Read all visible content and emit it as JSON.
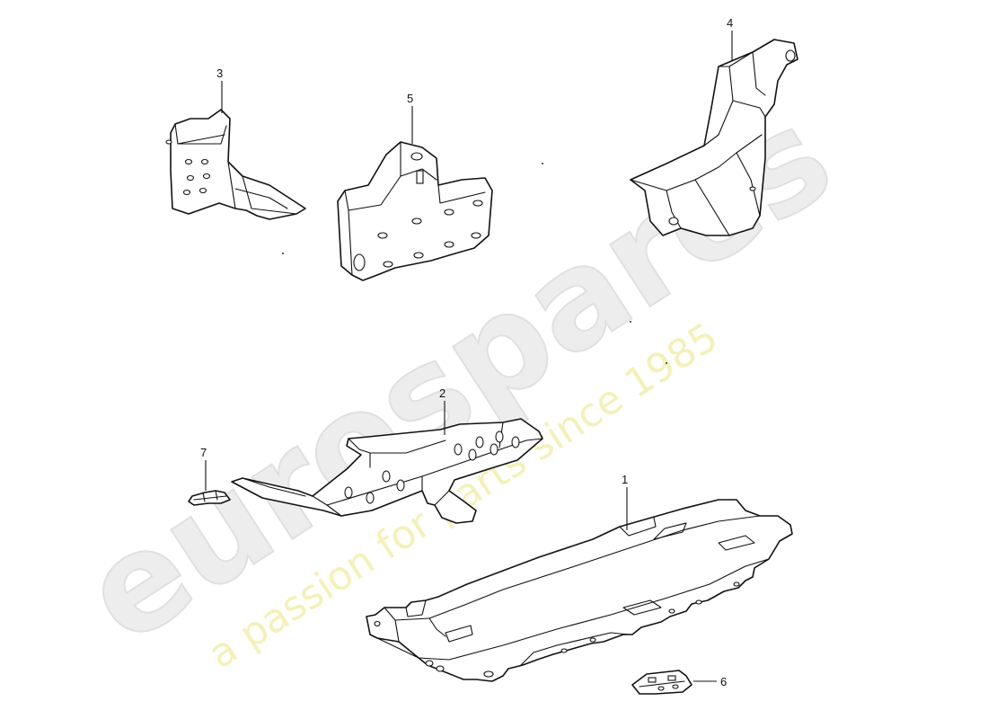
{
  "watermark": {
    "brand": "eurospares",
    "tagline": "a passion for parts since 1985",
    "tagline_color": "#f4f1b8",
    "brand_color": "#ededed"
  },
  "callouts": {
    "c1": "1",
    "c2": "2",
    "c3": "3",
    "c4": "4",
    "c5": "5",
    "c6": "6",
    "c7": "7"
  }
}
